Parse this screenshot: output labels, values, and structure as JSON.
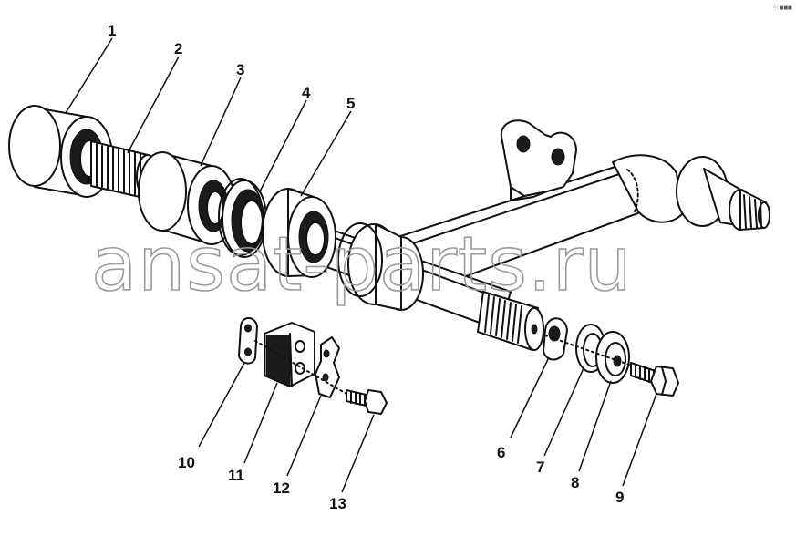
{
  "corner_mark": "ⓒ ■■■",
  "watermark": "ansat-parts.ru",
  "callouts": [
    {
      "id": "1",
      "label": "1"
    },
    {
      "id": "2",
      "label": "2"
    },
    {
      "id": "3",
      "label": "3"
    },
    {
      "id": "4",
      "label": "4"
    },
    {
      "id": "5",
      "label": "5"
    },
    {
      "id": "6",
      "label": "6"
    },
    {
      "id": "7",
      "label": "7"
    },
    {
      "id": "8",
      "label": "8"
    },
    {
      "id": "9",
      "label": "9"
    },
    {
      "id": "10",
      "label": "10"
    },
    {
      "id": "11",
      "label": "11"
    },
    {
      "id": "12",
      "label": "12"
    },
    {
      "id": "13",
      "label": "13"
    }
  ]
}
